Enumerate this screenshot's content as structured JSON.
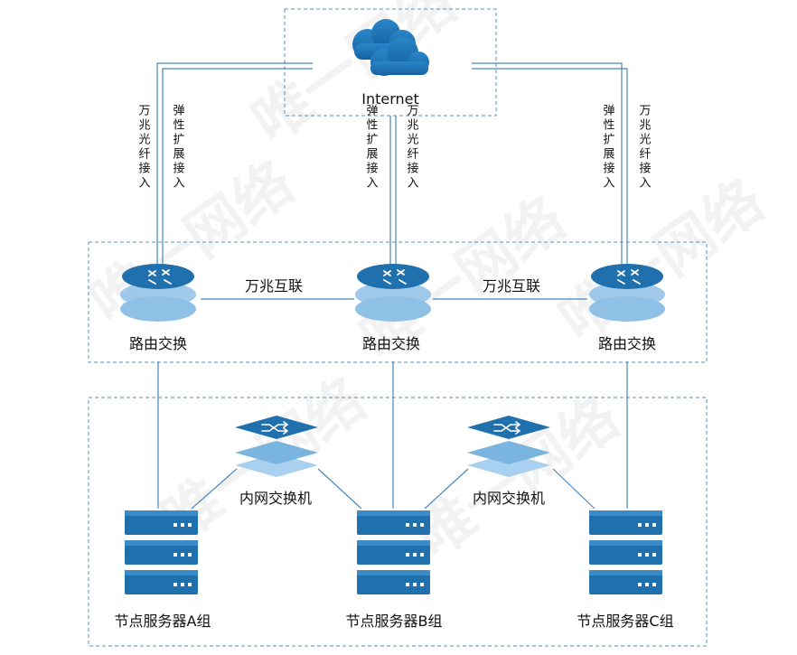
{
  "internet": {
    "label": "Internet"
  },
  "uplinks": {
    "left": [
      "万兆光纤接入",
      "弹性扩展接入"
    ],
    "middle": [
      "弹性扩展接入",
      "万兆光纤接入"
    ],
    "right": [
      "弹性扩展接入",
      "万兆光纤接入"
    ]
  },
  "routers": {
    "label_a": "路由交换",
    "label_b": "路由交换",
    "label_c": "路由交换",
    "interconnect_1": "万兆互联",
    "interconnect_2": "万兆互联"
  },
  "switches": {
    "label_1": "内网交换机",
    "label_2": "内网交换机"
  },
  "servers": {
    "group_a": "节点服务器A组",
    "group_b": "节点服务器B组",
    "group_c": "节点服务器C组"
  },
  "watermark": "唯一网络",
  "colors": {
    "device_dark": "#1f70ad",
    "device_light": "#5fa5d6",
    "line": "#4a88bb",
    "dash": "#5b8fbf"
  }
}
